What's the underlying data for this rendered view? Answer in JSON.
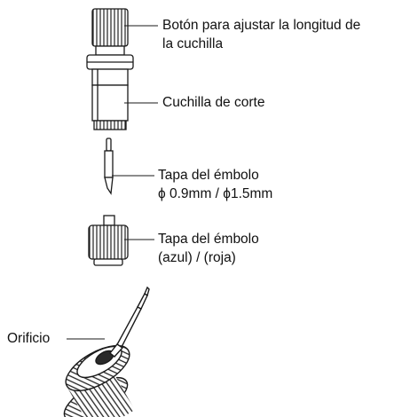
{
  "labels": {
    "knob_line1": "Botón para ajustar la longitud de",
    "knob_line2": "la cuchilla",
    "blade": "Cuchilla de corte",
    "plunger_cap_line1": "Tapa del émbolo",
    "plunger_cap_line2": "ϕ 0.9mm  / ϕ1.5mm",
    "cap_line1": "Tapa del émbolo",
    "cap_line2": "(azul) / (roja)",
    "hole": "Orificio"
  },
  "colors": {
    "line": "#1a1a1a",
    "fill_light": "#ffffff",
    "fill_dark": "#2a2a2a"
  }
}
